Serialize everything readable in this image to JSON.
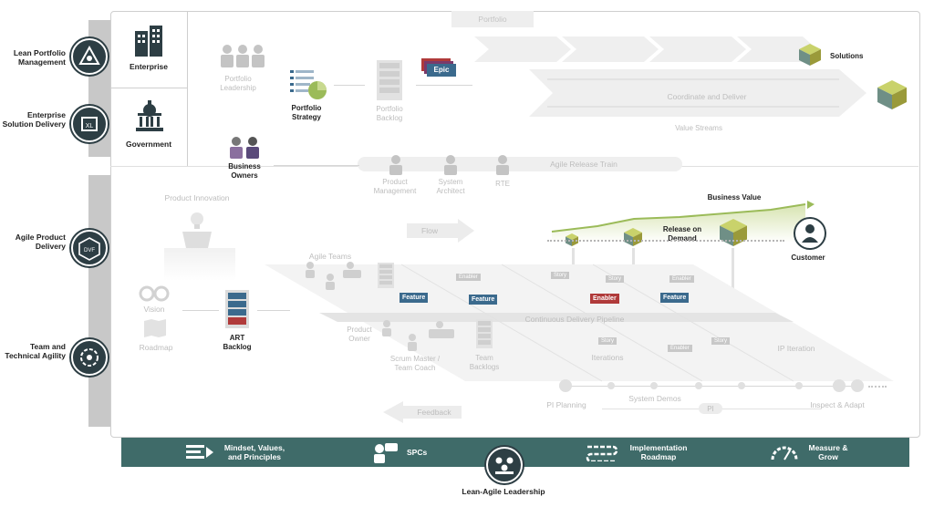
{
  "left_labels": {
    "lpm": "Lean Portfolio Management",
    "esd": "Enterprise Solution Delivery",
    "apd": "Agile Product Delivery",
    "tta": "Team and Technical Agility"
  },
  "top": {
    "enterprise": "Enterprise",
    "government": "Government",
    "portfolio": "Portfolio",
    "portfolio_leadership": "Portfolio Leadership",
    "portfolio_strategy": "Portfolio Strategy",
    "portfolio_backlog": "Portfolio Backlog",
    "epic": "Epic",
    "coordinate": "Coordinate and Deliver",
    "value_streams": "Value Streams",
    "solutions": "Solutions",
    "business_owners": "Business Owners",
    "art": "Agile Release Train",
    "product_management": "Product Management",
    "system_architect": "System Architect",
    "rte": "RTE"
  },
  "middle": {
    "product_innovation": "Product Innovation",
    "flow": "Flow",
    "business_value": "Business Value",
    "release_on_demand": "Release on Demand",
    "customer": "Customer",
    "agile_teams": "Agile Teams",
    "vision": "Vision",
    "roadmap": "Roadmap",
    "art_backlog": "ART Backlog",
    "feature": "Feature",
    "enabler": "Enabler",
    "story": "Story",
    "cdp": "Continuous Delivery Pipeline",
    "product_owner": "Product Owner",
    "scrum_master": "Scrum Master / Team Coach",
    "team_backlogs": "Team Backlogs",
    "iterations": "Iterations",
    "ip_iteration": "IP Iteration",
    "pi_planning": "PI Planning",
    "system_demos": "System Demos",
    "pi": "PI",
    "inspect_adapt": "Inspect & Adapt",
    "feedback": "Feedback"
  },
  "footer": {
    "mindset": "Mindset, Values, and Principles",
    "spcs": "SPCs",
    "implementation": "Implementation Roadmap",
    "measure": "Measure & Grow",
    "leadership": "Lean-Agile Leadership"
  },
  "colors": {
    "teal": "#3f6b69",
    "feature_blue": "#3b6a8d",
    "enabler_red": "#b03a3a",
    "value_green": "#9bbb59",
    "dark_icon": "#2d3e44"
  }
}
